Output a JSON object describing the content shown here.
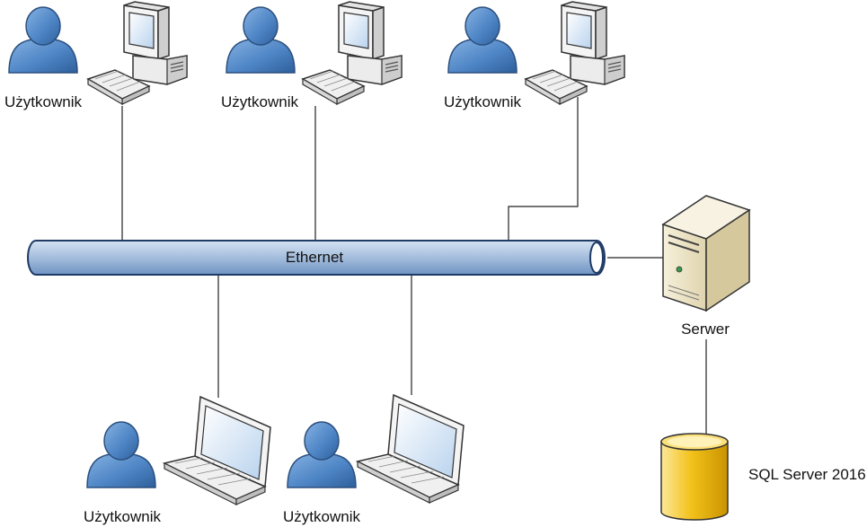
{
  "network": {
    "bus_label": "Ethernet"
  },
  "users": {
    "top": [
      {
        "label": "Użytkownik",
        "device": "desktop-computer-icon"
      },
      {
        "label": "Użytkownik",
        "device": "desktop-computer-icon"
      },
      {
        "label": "Użytkownik",
        "device": "desktop-computer-icon"
      }
    ],
    "bottom": [
      {
        "label": "Użytkownik",
        "device": "laptop-icon"
      },
      {
        "label": "Użytkownik",
        "device": "laptop-icon"
      }
    ]
  },
  "server": {
    "label": "Serwer",
    "icon": "server-tower-icon"
  },
  "database": {
    "label": "SQL Server 2016",
    "icon": "database-cylinder-icon"
  },
  "colors": {
    "user_blue": "#4f86c6",
    "bus_fill": "#a9c1df",
    "db_yellow": "#f3c21a",
    "server_beige": "#e9dfc0"
  }
}
